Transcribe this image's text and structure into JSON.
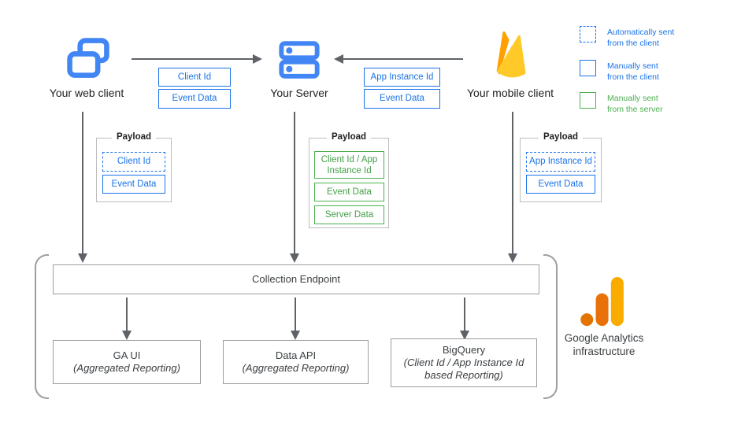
{
  "colors": {
    "icon_blue": "#4285F4",
    "tag_blue": "#1a73e8",
    "tag_green": "#4caf50",
    "arrow_gray": "#5f6368",
    "firebase_yellow": "#FFCA28",
    "firebase_amber": "#FFA000",
    "firebase_orange": "#F57C00",
    "ga_logo_yellow": "#F9AB00",
    "ga_logo_orange": "#E37400"
  },
  "icons": {
    "web": "overlapping-browser-windows-icon",
    "server": "server-stack-icon",
    "mobile": "firebase-flame-icon",
    "infrastructure": "google-analytics-bars-logo"
  },
  "nodes": {
    "web": {
      "label": "Your web client"
    },
    "server": {
      "label": "Your Server"
    },
    "mobile": {
      "label": "Your mobile client"
    }
  },
  "flows": {
    "web_to_server": {
      "tags": [
        {
          "label": "Client Id",
          "style": "solid-blue"
        },
        {
          "label": "Event Data",
          "style": "solid-blue"
        }
      ]
    },
    "mobile_to_server": {
      "tags": [
        {
          "label": "App Instance Id",
          "style": "solid-blue"
        },
        {
          "label": "Event Data",
          "style": "solid-blue"
        }
      ]
    }
  },
  "legend": {
    "items": [
      {
        "swatch": "dashed-blue",
        "line1": "Automatically sent",
        "line2": "from the client"
      },
      {
        "swatch": "solid-blue",
        "line1": "Manually sent",
        "line2": "from the client"
      },
      {
        "swatch": "solid-green",
        "line1": "Manually sent",
        "line2": "from the server"
      }
    ]
  },
  "payloads": {
    "web": {
      "title": "Payload",
      "items": [
        {
          "label": "Client Id",
          "style": "dashed-blue"
        },
        {
          "label": "Event Data",
          "style": "solid-blue"
        }
      ]
    },
    "server": {
      "title": "Payload",
      "items": [
        {
          "label": "Client Id / App Instance Id",
          "style": "solid-green"
        },
        {
          "label": "Event Data",
          "style": "solid-green"
        },
        {
          "label": "Server Data",
          "style": "solid-green"
        }
      ]
    },
    "mobile": {
      "title": "Payload",
      "items": [
        {
          "label": "App Instance Id",
          "style": "dashed-blue"
        },
        {
          "label": "Event Data",
          "style": "solid-blue"
        }
      ]
    }
  },
  "infrastructure": {
    "endpoint_label": "Collection Endpoint",
    "outputs": [
      {
        "title": "GA UI",
        "subtitle": "(Aggregated Reporting)"
      },
      {
        "title": "Data API",
        "subtitle": "(Aggregated Reporting)"
      },
      {
        "title": "BigQuery",
        "subtitle": "(Client Id / App Instance Id based Reporting)"
      }
    ],
    "brand": {
      "line1": "Google Analytics",
      "line2": "infrastructure"
    }
  }
}
